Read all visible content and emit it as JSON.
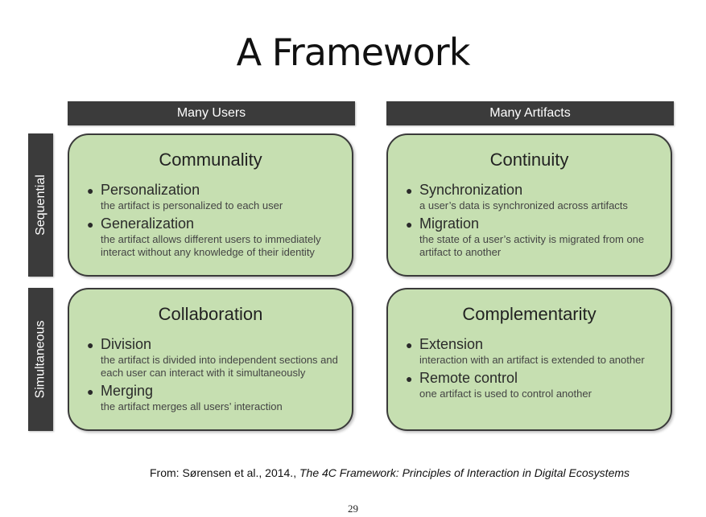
{
  "slide": {
    "title": "A Framework",
    "page_number": "29"
  },
  "columns": [
    "Many Users",
    "Many Artifacts"
  ],
  "rows": [
    "Sequential",
    "Simultaneous"
  ],
  "cells": [
    {
      "title": "Communality",
      "items": [
        {
          "name": "Personalization",
          "desc": "the artifact is personalized to each user"
        },
        {
          "name": "Generalization",
          "desc": "the artifact allows different users to immediately interact without any knowledge of their identity"
        }
      ]
    },
    {
      "title": "Continuity",
      "items": [
        {
          "name": "Synchronization",
          "desc": "a user’s data is synchronized across artifacts"
        },
        {
          "name": "Migration",
          "desc": "the state of a user’s activity is migrated from one artifact to another"
        }
      ]
    },
    {
      "title": "Collaboration",
      "items": [
        {
          "name": "Division",
          "desc": "the artifact is divided into independent sections and each user can interact with it simultaneously"
        },
        {
          "name": "Merging",
          "desc": "the artifact merges all users’ interaction"
        }
      ]
    },
    {
      "title": "Complementarity",
      "items": [
        {
          "name": "Extension",
          "desc": "interaction with an artifact is extended to another"
        },
        {
          "name": "Remote control",
          "desc": "one artifact is used to control another"
        }
      ]
    }
  ],
  "footer": {
    "prefix": "From: Sørensen et al., 2014., ",
    "source_title": "The 4C Framework: Principles of Interaction in Digital Ecosystems"
  },
  "colors": {
    "header_bg": "#3b3b3b",
    "card_fill": "#c6dfb1",
    "card_border": "#3a3a3a"
  }
}
